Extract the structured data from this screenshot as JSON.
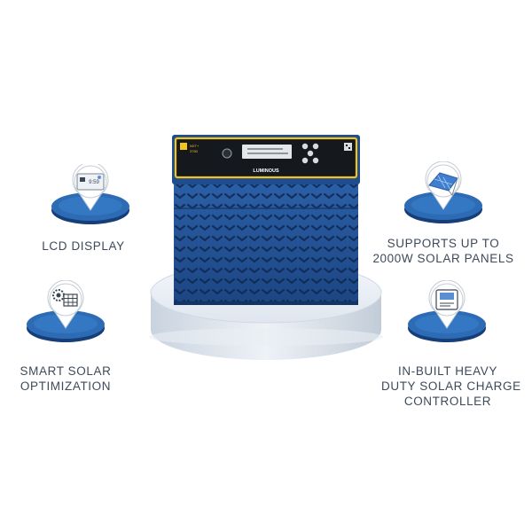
{
  "features": {
    "lcd": {
      "lines": [
        "LCD DISPLAY"
      ],
      "icon": "lcd-screen-icon"
    },
    "solar_panels": {
      "lines": [
        "SUPPORTS UP TO",
        "2000W SOLAR PANELS"
      ],
      "icon": "solar-panel-icon"
    },
    "smart_solar": {
      "lines": [
        "SMART SOLAR",
        "OPTIMIZATION"
      ],
      "icon": "solar-gear-icon"
    },
    "charge_controller": {
      "lines": [
        "IN-BUILT HEAVY",
        "DUTY SOLAR CHARGE",
        "CONTROLLER"
      ],
      "icon": "charge-controller-icon"
    }
  },
  "product": {
    "brand": "LUMINOUS",
    "model_label": "NXT+ 3750",
    "icon_readout": "9:59"
  },
  "colors": {
    "navy": "#1f4d8f",
    "blue_mid": "#2e6bb8",
    "yellow_trim": "#f2c318",
    "text": "#3d4a5a"
  }
}
